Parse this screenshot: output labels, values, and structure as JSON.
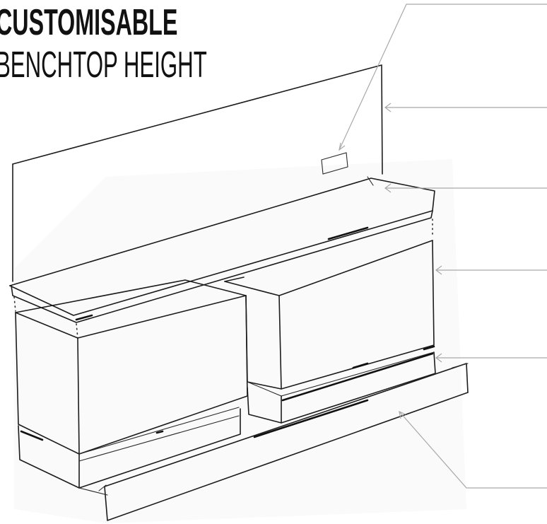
{
  "title": {
    "line1": "CUSTOMISABLE",
    "line2": "BENCHTOP HEIGHT"
  },
  "colors": {
    "ink": "#1c1c1c",
    "leader": "#a9a9a9",
    "background": "#ffffff"
  },
  "callouts": [
    {
      "target": "power-outlet"
    },
    {
      "target": "wall-panel"
    },
    {
      "target": "benchtop"
    },
    {
      "target": "right-cabinet"
    },
    {
      "target": "cabinet-plinth"
    },
    {
      "target": "base-platform"
    }
  ]
}
